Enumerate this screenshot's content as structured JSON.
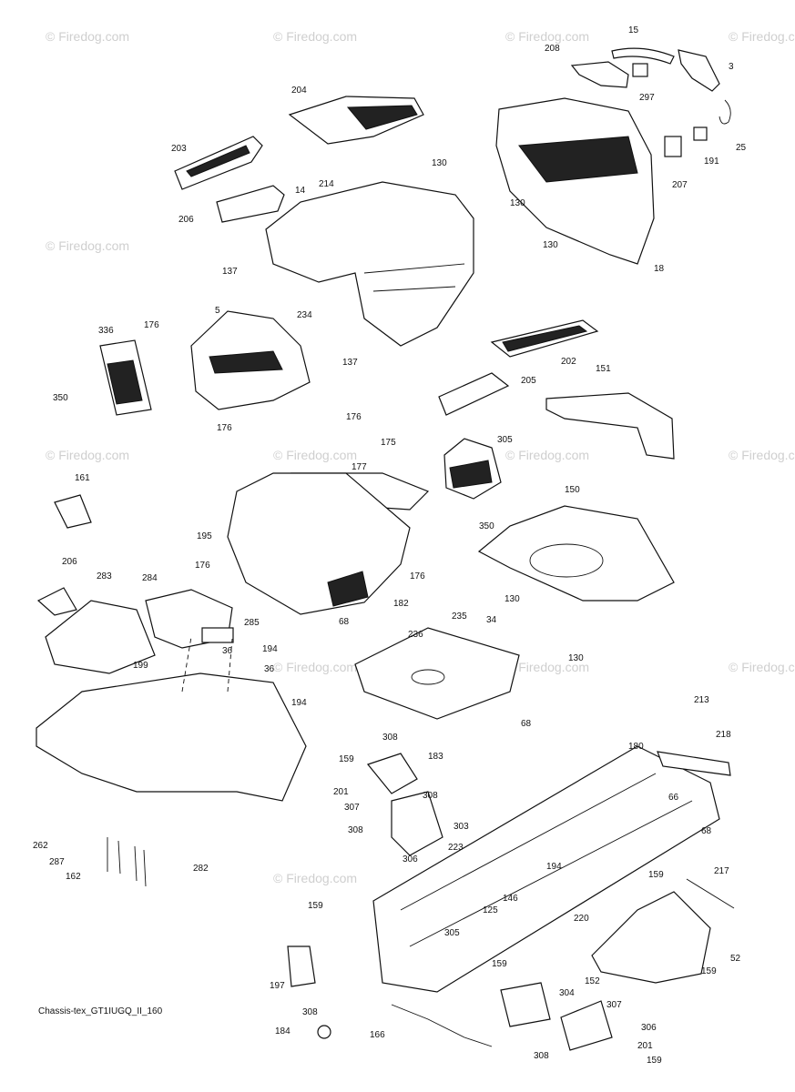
{
  "caption": "Chassis-tex_GT1IUGQ_II_160",
  "watermark_text": "© Firedog.com",
  "watermarks_short": "© Fired",
  "labels": [
    "15",
    "208",
    "3",
    "297",
    "25",
    "204",
    "130",
    "191",
    "207",
    "203",
    "214",
    "14",
    "206",
    "130",
    "130",
    "18",
    "137",
    "5",
    "176",
    "336",
    "234",
    "137",
    "202",
    "350",
    "176",
    "205",
    "151",
    "176",
    "175",
    "177",
    "305",
    "161",
    "195",
    "150",
    "176",
    "176",
    "350",
    "206",
    "283",
    "284",
    "182",
    "130",
    "68",
    "235",
    "34",
    "285",
    "236",
    "199",
    "36",
    "194",
    "36",
    "130",
    "194",
    "68",
    "308",
    "159",
    "183",
    "180",
    "213",
    "218",
    "201",
    "308",
    "307",
    "66",
    "308",
    "303",
    "68",
    "262",
    "306",
    "223",
    "287",
    "162",
    "282",
    "194",
    "217",
    "146",
    "159",
    "159",
    "125",
    "220",
    "305",
    "152",
    "52",
    "159",
    "197",
    "159",
    "304",
    "307",
    "308",
    "306",
    "184",
    "166",
    "201",
    "308",
    "159"
  ]
}
